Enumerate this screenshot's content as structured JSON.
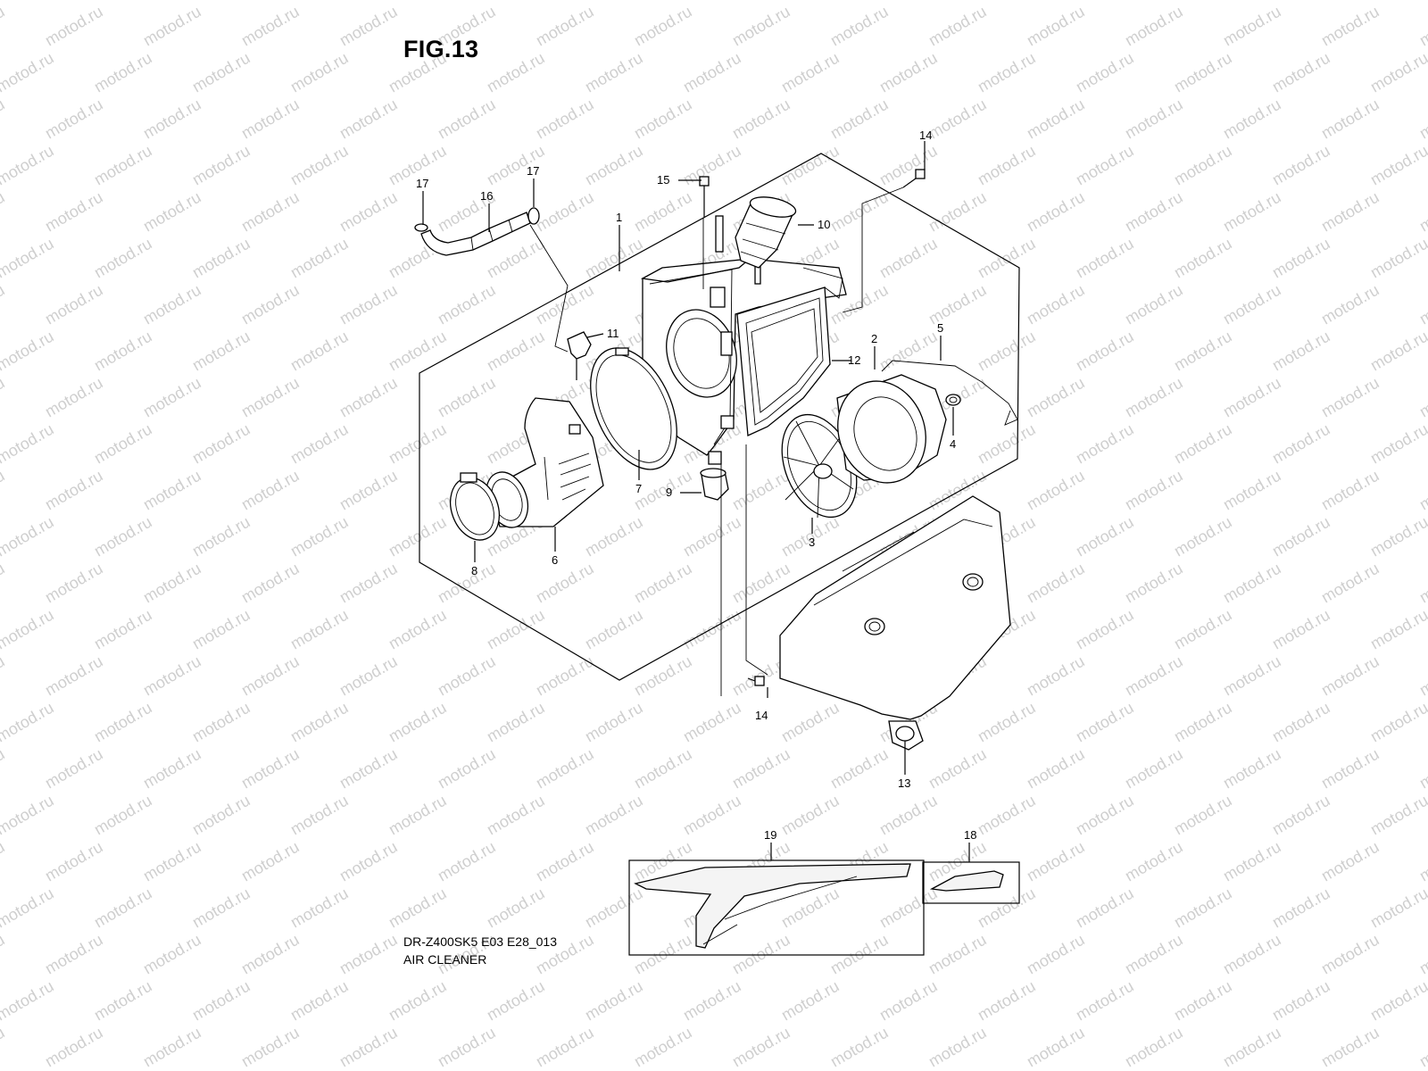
{
  "figure": {
    "title": "FIG.13"
  },
  "watermark": {
    "text": "motod.ru"
  },
  "caption": {
    "model_code": "DR-Z400SK5 E03 E28_013",
    "section": "AIR CLEANER"
  },
  "callouts": [
    "1",
    "2",
    "3",
    "4",
    "5",
    "6",
    "7",
    "8",
    "9",
    "10",
    "11",
    "12",
    "13",
    "14",
    "14",
    "15",
    "16",
    "17",
    "17",
    "18",
    "19"
  ],
  "colors": {
    "line": "#000000",
    "watermark": "#cfcfcf",
    "background": "#ffffff"
  }
}
